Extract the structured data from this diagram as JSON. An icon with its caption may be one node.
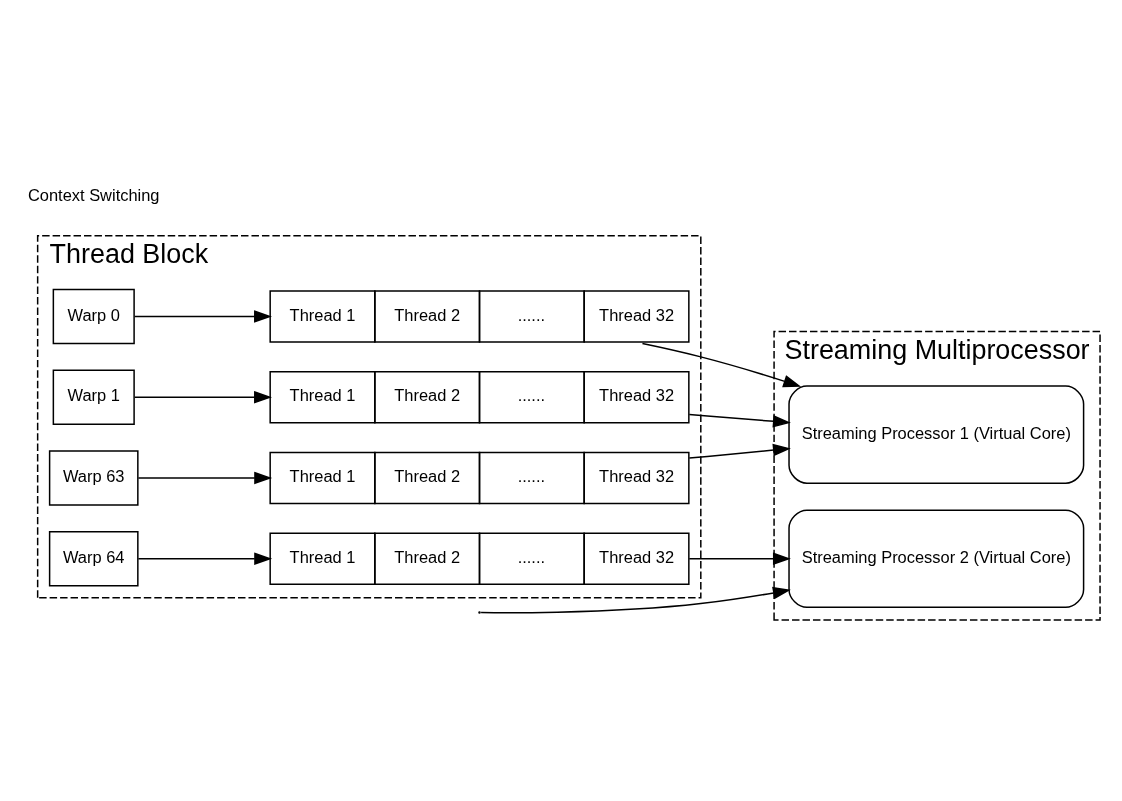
{
  "diagram": {
    "nodes": [
      {
        "text": [
          "Thread Block"
        ]
      },
      {
        "text": [
          "Warp 0"
        ],
        "in": 0
      },
      {
        "text": [
          "Thread 1",
          "Thread 2",
          "......",
          "Thread 32"
        ],
        "in": 0
      },
      {
        "text": [
          "Warp 1"
        ],
        "in": 0
      },
      {
        "text": [
          "Thread 1",
          "Thread 2",
          "......",
          "Thread 32"
        ],
        "in": 0
      },
      {
        "text": [
          "Warp 63"
        ],
        "in": 0
      },
      {
        "text": [
          "Thread 1",
          "Thread 2",
          "......",
          "Thread 32"
        ],
        "in": 0
      },
      {
        "text": [
          "Warp 64"
        ],
        "in": 0
      },
      {
        "text": [
          "Thread 1",
          "Thread 2",
          "......",
          "Thread 32"
        ],
        "in": 0
      },
      {
        "text": [
          "Streaming Multiprocessor"
        ]
      },
      {
        "text": [
          "Streaming Processor 1 (Virtual Core)"
        ],
        "in": 9
      },
      {
        "text": [
          "Streaming Processor 2 (Virtual Core)"
        ],
        "in": 9
      }
    ],
    "edges": [
      {
        "from": 1,
        "to": 2,
        "arrow": "to"
      },
      {
        "from": 3,
        "to": 4,
        "arrow": "to"
      },
      {
        "from": 5,
        "to": 6,
        "arrow": "to"
      },
      {
        "from": 7,
        "to": 8,
        "arrow": "to"
      },
      {
        "from": 2,
        "to": 10,
        "arrow": "to"
      },
      {
        "from": 4,
        "to": 10,
        "arrow": "to"
      },
      {
        "from": 6,
        "to": 10,
        "arrow": "to"
      },
      {
        "from": 8,
        "to": 11,
        "arrow": "to"
      },
      {
        "from": null,
        "to": 11,
        "arrow": "to"
      }
    ],
    "labels": [
      "Context Switching"
    ]
  }
}
